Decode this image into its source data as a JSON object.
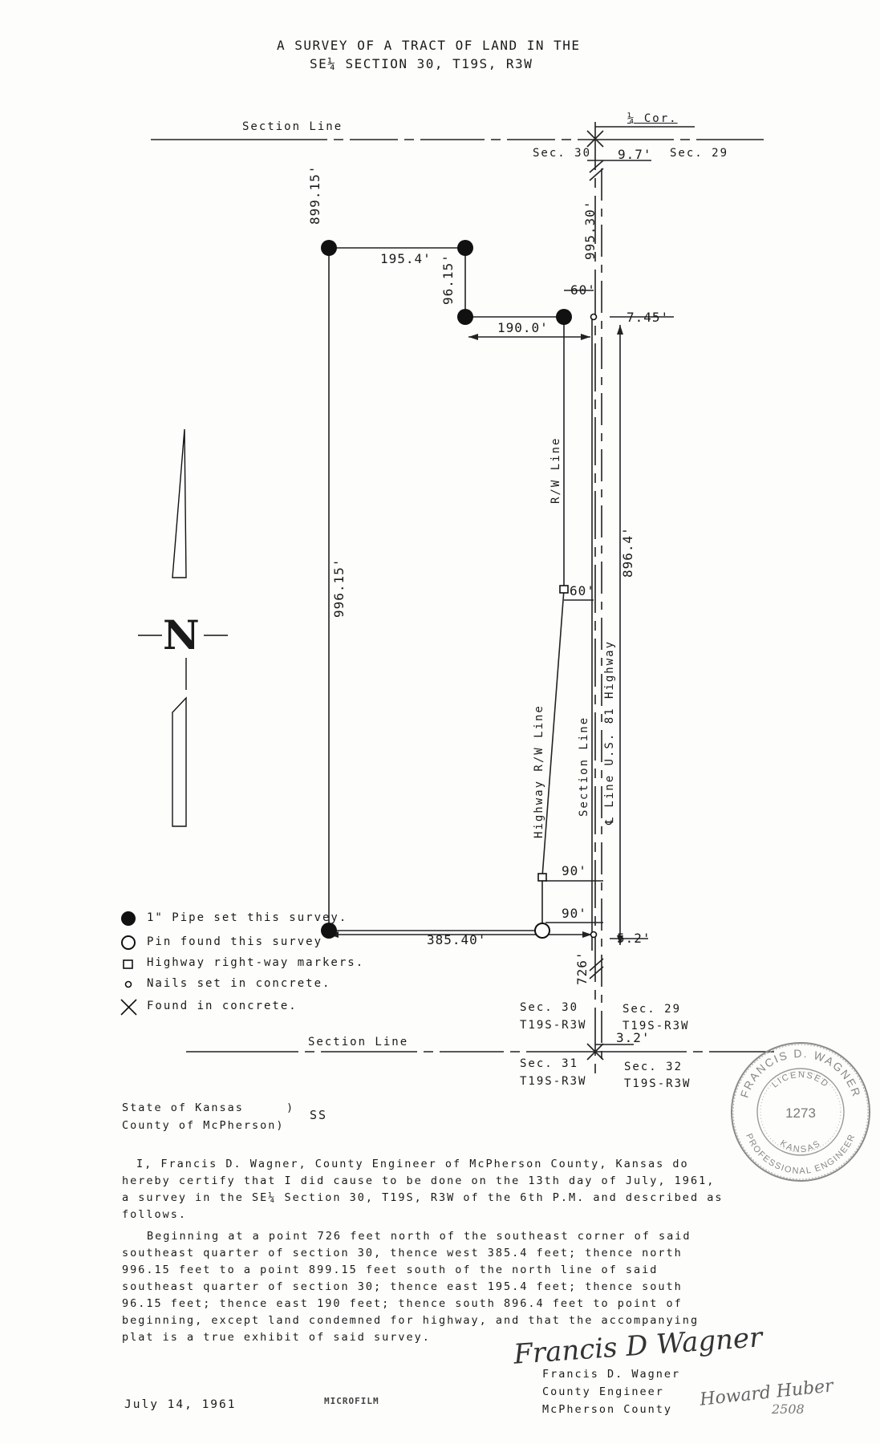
{
  "title": {
    "line1": "A SURVEY OF A TRACT OF LAND IN THE",
    "line2": "SE¼ SECTION 30, T19S, R3W"
  },
  "plat": {
    "section_line_top": "Section Line",
    "section_line_bottom": "Section Line",
    "quarter_corner": "¼ Cor.",
    "sec30_top": "Sec. 30",
    "sec29_top": "Sec. 29",
    "dim_9_7": "9.7'",
    "dim_899_15": "899.15'",
    "dim_995_30": "995.30'",
    "dim_195_4": "195.4'",
    "dim_96_15": "96.15'",
    "dim_60_top": "60'",
    "dim_7_45": "7.45'",
    "dim_190_0": "190.0'",
    "dim_996_15": "996.15'",
    "rw_line": "R/W Line",
    "dim_896_4": "896.4'",
    "dim_60_mid": "60'",
    "highway_label": "℄ Line U.S. 81 Highway",
    "section_line_vertical": "Section Line",
    "highway_rw_line": "Highway R/W Line",
    "dim_90_upper": "90'",
    "dim_90_lower": "90'",
    "dim_385_40": "385.40'",
    "dim_5_2": "5.2'",
    "dim_726": "726'",
    "dim_3_2": "3.2'",
    "sec30_bottom": "Sec. 30",
    "t19s_r3w_a": "T19S-R3W",
    "sec29_bottom": "Sec. 29",
    "t19s_r3w_b": "T19S-R3W",
    "sec31": "Sec. 31",
    "t19s_r3w_c": "T19S-R3W",
    "sec32": "Sec. 32",
    "t19s_r3w_d": "T19S-R3W",
    "north": "N"
  },
  "legend": {
    "pipe": "1\" Pipe set this survey.",
    "pin": "Pin found this survey",
    "markers": "Highway right-way markers.",
    "nails": "Nails set in concrete.",
    "found": "Found in concrete."
  },
  "certificate": {
    "state": "State of Kansas",
    "state_paren": ")",
    "county": "County of McPherson)",
    "ss": "SS",
    "p1_l1": "I, Francis D. Wagner, County Engineer of McPherson County, Kansas do",
    "p1_l2": "hereby certify that I did cause to be done on the 13th day of July, 1961,",
    "p1_l3": "a survey in the SE¼ Section 30, T19S, R3W of the 6th P.M. and described as",
    "p1_l4": "follows.",
    "p2_l1": "Beginning at a point 726 feet north of the southeast corner of said",
    "p2_l2": "southeast quarter of section 30, thence west 385.4 feet; thence north",
    "p2_l3": "996.15 feet to a point 899.15 feet south of the north line of said",
    "p2_l4": "southeast quarter of section 30; thence east 195.4 feet; thence south",
    "p2_l5": "96.15 feet; thence east 190 feet; thence south 896.4 feet to  point of",
    "p2_l6": "beginning, except land condemned for highway, and that the accompanying",
    "p2_l7": "plat is a true exhibit of said survey."
  },
  "signature": {
    "handwritten": "Francis D Wagner",
    "name": "Francis D. Wagner",
    "title": "County Engineer",
    "county": "McPherson County"
  },
  "footer": {
    "date": "July 14, 1961",
    "microfilm": "MICROFILM",
    "handwritten_name": "Howard Huber",
    "handwritten_num": "2508"
  },
  "seal": {
    "name": "FRANCIS D. WAGNER",
    "licensed": "LICENSED",
    "number": "1273",
    "state": "KANSAS",
    "profession": "PROFESSIONAL ENGINEER"
  }
}
